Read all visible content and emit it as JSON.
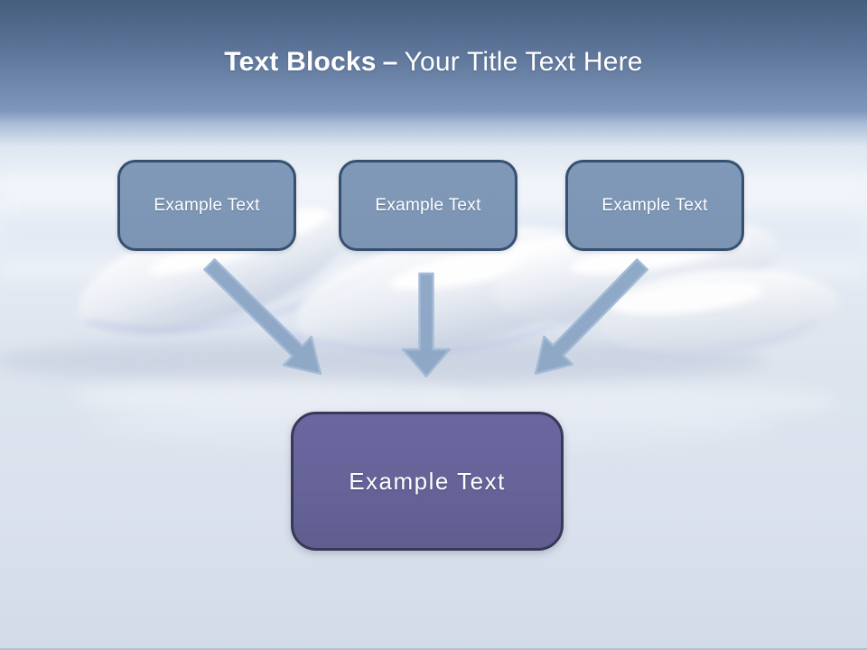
{
  "slide": {
    "title": {
      "bold": "Text Blocks",
      "separator": "–",
      "regular": "Your Title Text Here",
      "full": "Text Blocks – Your Title Text Here"
    },
    "boxes": {
      "top": [
        {
          "label": "Example Text"
        },
        {
          "label": "Example Text"
        },
        {
          "label": "Example Text"
        }
      ],
      "bottom": {
        "label": "Example Text"
      }
    },
    "colors": {
      "header_top": "#455e7e",
      "header_bottom": "#7e96ba",
      "title_color": "#ffffff",
      "box_fill": "#8099b8",
      "box_border": "#36506f",
      "bottom_box_fill": "#666398",
      "bottom_box_border": "#3a3857",
      "arrow_fill": "#8ba5c5",
      "arrow_stroke": "#a3bbd6"
    }
  }
}
